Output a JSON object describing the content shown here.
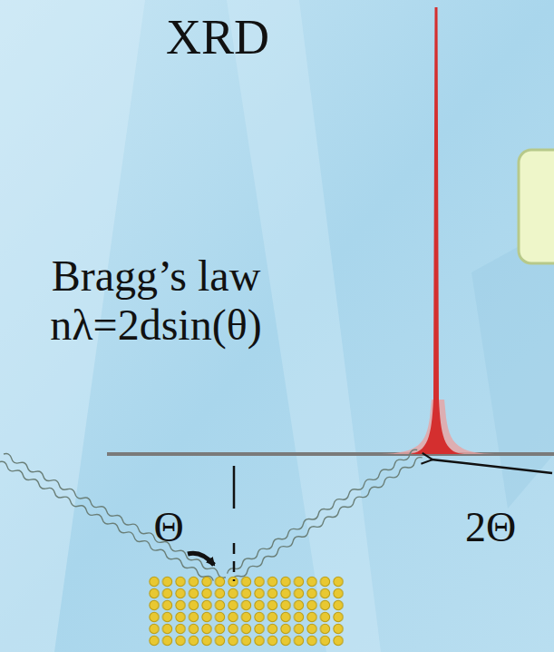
{
  "diagram": {
    "title": "XRD",
    "labels": [
      "Bragg’s law",
      "nλ=2dsin(θ)",
      "Θ",
      "2Θ"
    ]
  }
}
